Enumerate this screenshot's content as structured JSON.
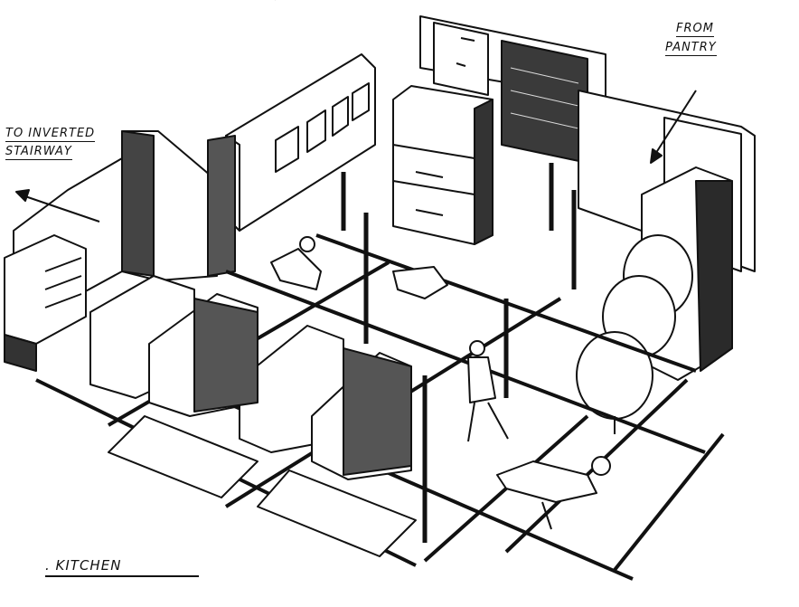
{
  "labels": {
    "title": ". KITCHEN",
    "to_line1": "TO INVERTED",
    "to_line2": "STAIRWAY",
    "from_line1": "FROM",
    "from_line2": "PANTRY"
  }
}
